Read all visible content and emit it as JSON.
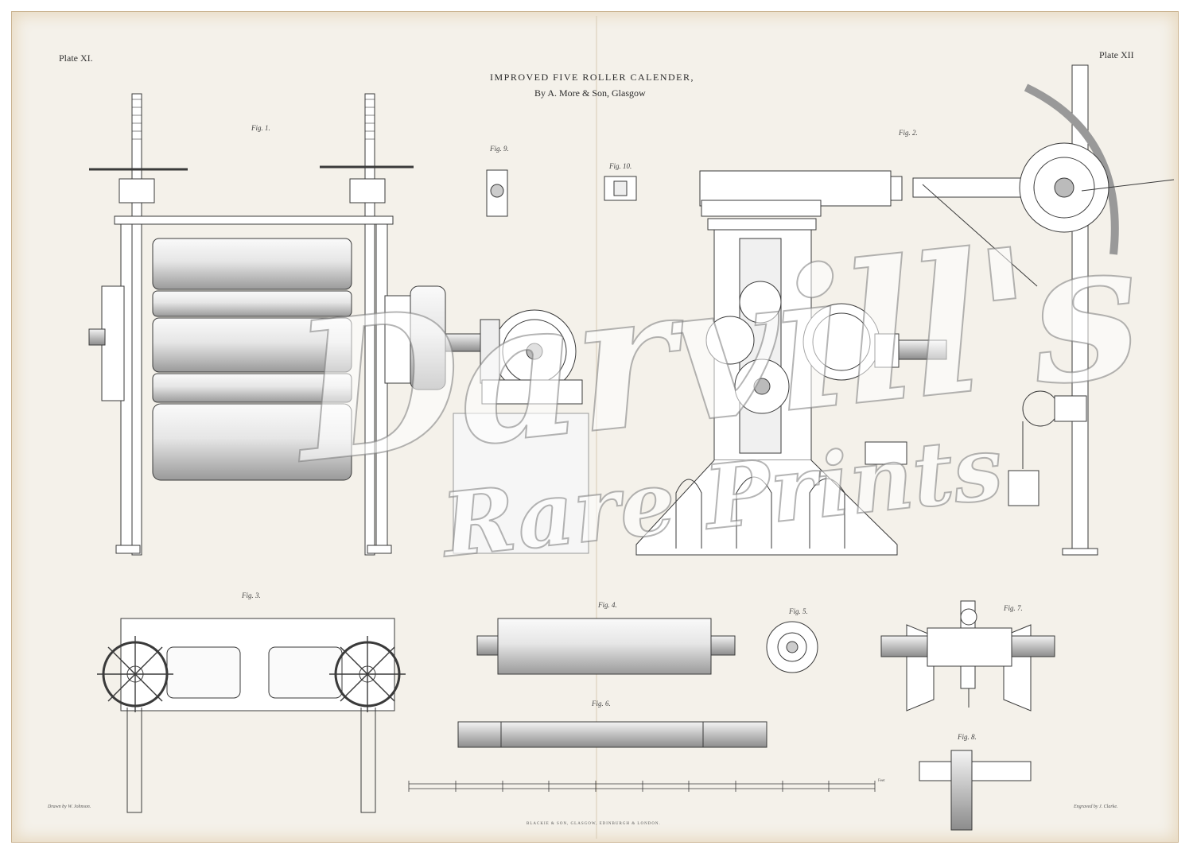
{
  "plate_left": "Plate XI.",
  "plate_right": "Plate XII",
  "title": "IMPROVED FIVE ROLLER CALENDER,",
  "subtitle": "By A. More & Son, Glasgow",
  "figures": {
    "fig1": "Fig. 1.",
    "fig2": "Fig. 2.",
    "fig3": "Fig. 3.",
    "fig4": "Fig. 4.",
    "fig5": "Fig. 5.",
    "fig6": "Fig. 6.",
    "fig7": "Fig. 7.",
    "fig8": "Fig. 8.",
    "fig9": "Fig. 9.",
    "fig10": "Fig. 10."
  },
  "drawn_by": "Drawn by W. Johnson.",
  "engraved_by": "Engraved by J. Clarke.",
  "publisher": "BLACKIE & SON, GLASGOW, EDINBURGH & LONDON.",
  "scale_label": "Feet",
  "watermark_line1": "Darvill's",
  "watermark_line2": "Rare Prints",
  "colors": {
    "paper": "#f4f1ea",
    "ink": "#3a3a3a",
    "foxing": "#c9b28f"
  }
}
